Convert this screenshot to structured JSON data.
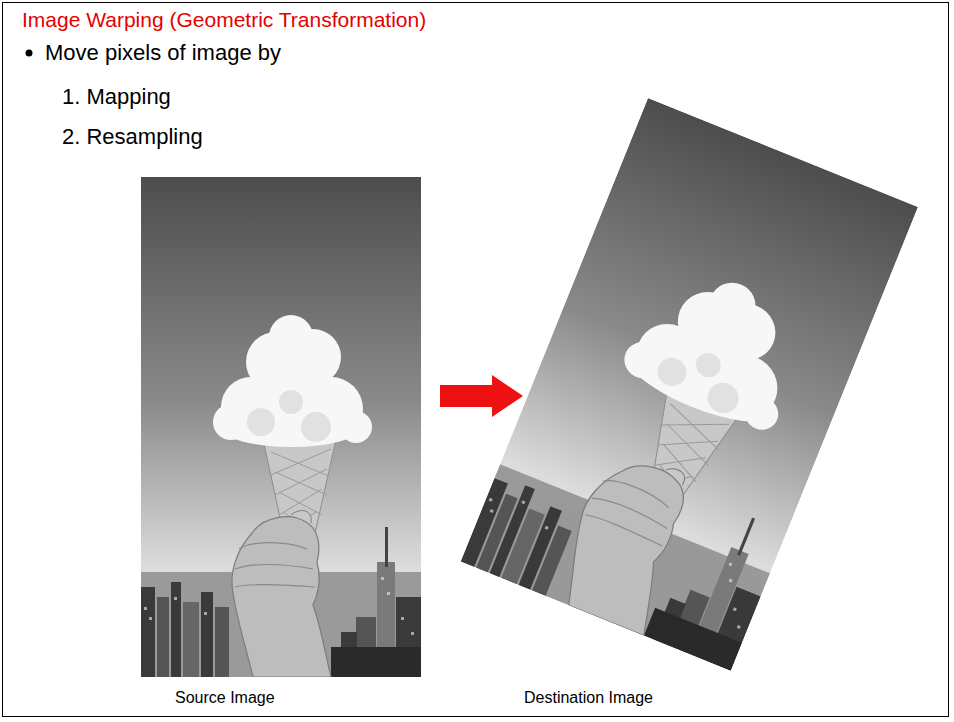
{
  "diagram": {
    "title": "Image Warping (Geometric Transformation)",
    "labels": [
      "Move pixels of image by",
      "1. Mapping",
      "2. Resampling",
      "Source Image",
      "Destination Image"
    ]
  }
}
